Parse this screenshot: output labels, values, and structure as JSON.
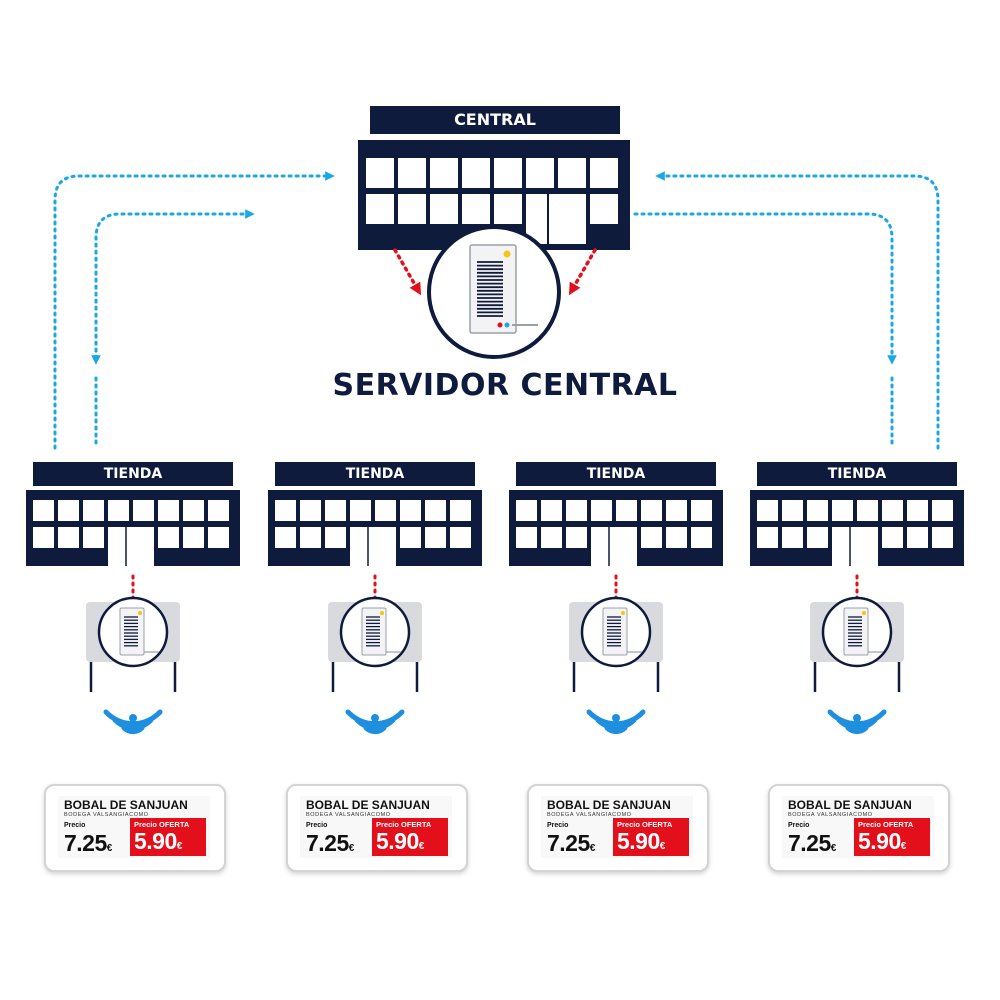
{
  "central": {
    "sign": "CENTRAL",
    "server_label": "SERVIDOR CENTRAL"
  },
  "stores": [
    {
      "sign": "TIENDA",
      "label": {
        "product": "BOBAL DE SANJUAN",
        "winery": "BODEGA VALSANGIACOMO",
        "price_title": "Precio",
        "price": "7.25",
        "currency": "€",
        "offer_title": "Precio OFERTA",
        "offer_price": "5.90",
        "offer_currency": "€"
      }
    },
    {
      "sign": "TIENDA",
      "label": {
        "product": "BOBAL DE SANJUAN",
        "winery": "BODEGA VALSANGIACOMO",
        "price_title": "Precio",
        "price": "7.25",
        "currency": "€",
        "offer_title": "Precio OFERTA",
        "offer_price": "5.90",
        "offer_currency": "€"
      }
    },
    {
      "sign": "TIENDA",
      "label": {
        "product": "BOBAL DE SANJUAN",
        "winery": "BODEGA VALSANGIACOMO",
        "price_title": "Precio",
        "price": "7.25",
        "currency": "€",
        "offer_title": "Precio OFERTA",
        "offer_price": "5.90",
        "offer_currency": "€"
      }
    },
    {
      "sign": "TIENDA",
      "label": {
        "product": "BOBAL DE SANJUAN",
        "winery": "BODEGA VALSANGIACOMO",
        "price_title": "Precio",
        "price": "7.25",
        "currency": "€",
        "offer_title": "Precio OFERTA",
        "offer_price": "5.90",
        "offer_currency": "€"
      }
    }
  ],
  "colors": {
    "navy": "#0f1b3d",
    "link_blue": "#1aa7e6",
    "local_red": "#e3101c",
    "wifi_blue": "#1e8fe0",
    "offer_red": "#e3101c"
  },
  "icons": {
    "building": "building-icon",
    "server": "server-icon",
    "wifi": "wifi-signal-icon",
    "esl": "electronic-shelf-label"
  }
}
